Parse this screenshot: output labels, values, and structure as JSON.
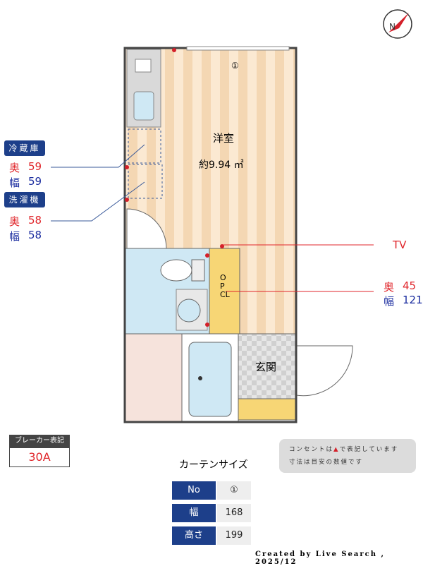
{
  "compass": {
    "label": "N"
  },
  "room": {
    "name": "洋室",
    "area": "約9.94 ㎡",
    "number": "①"
  },
  "closet": {
    "label": "OPCL"
  },
  "entrance": {
    "label": "玄関"
  },
  "appliances": [
    {
      "name": "冷蔵庫",
      "depth_label": "奥",
      "depth": "59",
      "width_label": "幅",
      "width": "59"
    },
    {
      "name": "洗濯機",
      "depth_label": "奥",
      "depth": "58",
      "width_label": "幅",
      "width": "58"
    }
  ],
  "tv": {
    "label": "TV",
    "depth_label": "奥",
    "depth": "45",
    "width_label": "幅",
    "width": "121"
  },
  "breaker": {
    "title": "ブレーカー表記",
    "value": "30A"
  },
  "notes": [
    "コンセントは",
    "で表記しています",
    "寸法は目安の数値です"
  ],
  "curtain": {
    "title": "カーテンサイズ",
    "headers": [
      "No",
      "幅",
      "高さ"
    ],
    "values": [
      "①",
      "168",
      "199"
    ]
  },
  "credit": "Created by Live Search , 2025/12",
  "colors": {
    "outlet": "#d4202a",
    "tag": "#1d3f8a",
    "closet": "#f7d675",
    "bath": "#cfe8f4"
  }
}
